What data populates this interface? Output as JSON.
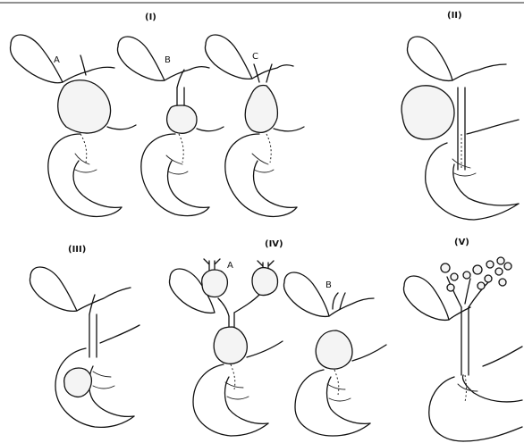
{
  "labels": {
    "type_1": "(I)",
    "type_2": "(II)",
    "type_3": "(III)",
    "type_4": "(IV)",
    "type_5": "(V)",
    "sub_1a": "A",
    "sub_1b": "B",
    "sub_1c": "C",
    "sub_4a": "A",
    "sub_4b": "B"
  }
}
